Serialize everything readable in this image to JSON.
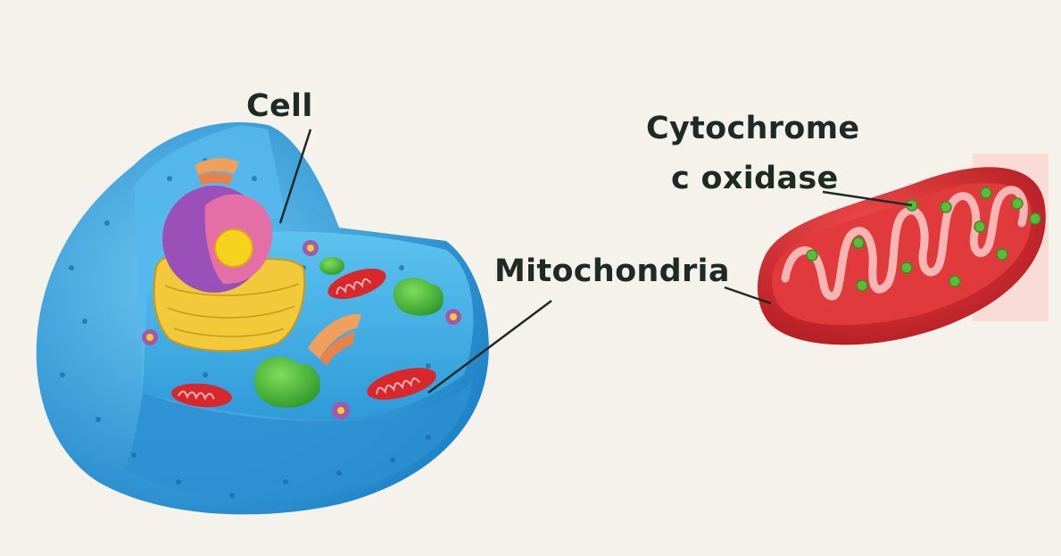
{
  "diagram": {
    "labels": {
      "cell": "Cell",
      "cytochrome_line1": "Cytochrome",
      "cytochrome_line2": "c oxidase",
      "mitochondria": "Mitochondria"
    },
    "colors": {
      "background": "#f5f2ec",
      "cell_membrane": "#3aa6e0",
      "cytoplasm": "#46b6ea",
      "nucleus_purple": "#9b4fb8",
      "nucleolus": "#f5d21c",
      "golgi": "#f0a05a",
      "mitochondria_red": "#d8282e",
      "cristae_pink": "#f7b6b4",
      "enzyme_green": "#5dbb3a",
      "label_text": "#1e2a24"
    }
  }
}
